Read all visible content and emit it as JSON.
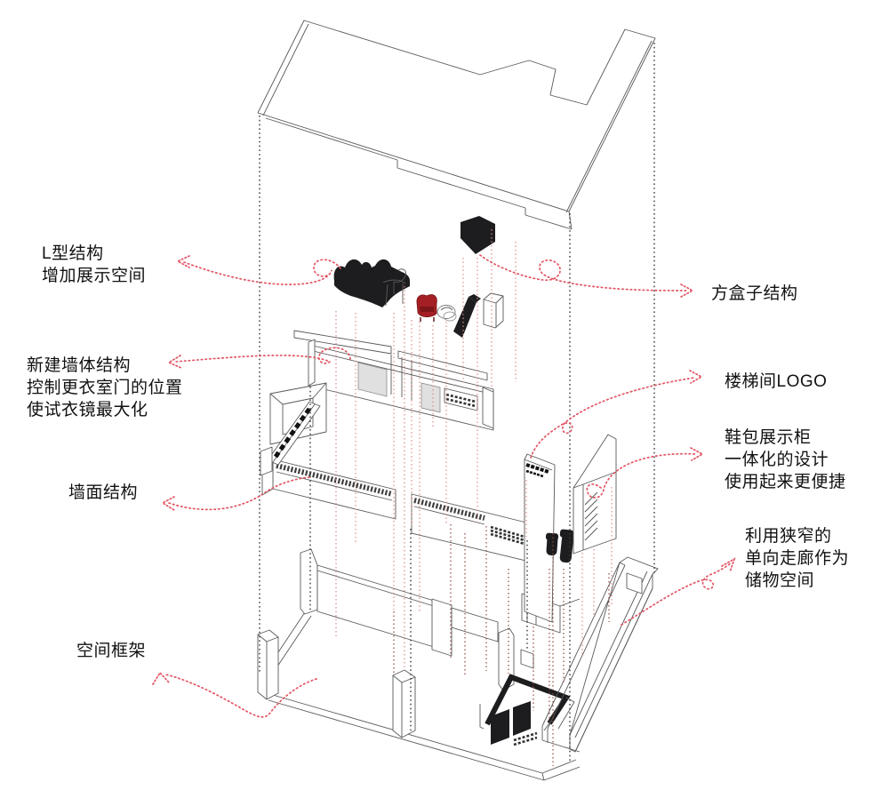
{
  "annotations": {
    "l_structure": {
      "text": "L型结构\n增加展示空间"
    },
    "new_wall": {
      "text": "新建墙体结构\n控制更衣室门的位置\n使试衣镜最大化"
    },
    "wall_surface": {
      "text": "墙面结构"
    },
    "space_frame": {
      "text": "空间框架"
    },
    "box_structure": {
      "text": "方盒子结构"
    },
    "stair_logo": {
      "text": "楼梯间LOGO"
    },
    "shoe_display": {
      "text": "鞋包展示柜\n一体化的设计\n使用起来更便捷"
    },
    "corridor_storage": {
      "text": "利用狭窄的\n单向走廊作为\n储物空间"
    }
  },
  "colors": {
    "annotation_arrow": "#e25565",
    "projection_red": "#dc8a8a",
    "projection_dark_red": "#8f4a40",
    "projection_black": "#3a3a3a",
    "outline": "#5a5a5a",
    "solid_black": "#1d1d1f",
    "chair_red": "#a31f24",
    "door_gray": "#e0e0e0"
  }
}
